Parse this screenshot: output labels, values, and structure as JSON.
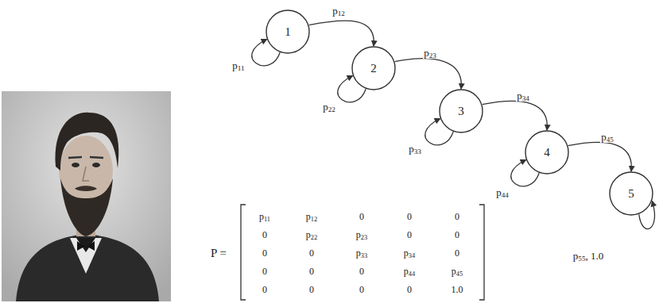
{
  "diagram": {
    "nodes": [
      {
        "text": [
          "1"
        ]
      },
      {
        "text": [
          "2"
        ]
      },
      {
        "text": [
          "3"
        ]
      },
      {
        "text": [
          "4"
        ]
      },
      {
        "text": [
          "5"
        ]
      }
    ],
    "edges": [
      {
        "from": 0,
        "to": 0,
        "arrow": "to",
        "label": "p11"
      },
      {
        "from": 0,
        "to": 1,
        "arrow": "to",
        "label": "p12"
      },
      {
        "from": 1,
        "to": 1,
        "arrow": "to",
        "label": "p22"
      },
      {
        "from": 1,
        "to": 2,
        "arrow": "to",
        "label": "p23"
      },
      {
        "from": 2,
        "to": 2,
        "arrow": "to",
        "label": "p33"
      },
      {
        "from": 2,
        "to": 3,
        "arrow": "to",
        "label": "p34"
      },
      {
        "from": 3,
        "to": 3,
        "arrow": "to",
        "label": "p44"
      },
      {
        "from": 3,
        "to": 4,
        "arrow": "to",
        "label": "p45"
      },
      {
        "from": 4,
        "to": 4,
        "arrow": "to",
        "label": "p55, 1.0"
      }
    ],
    "labels": [
      "P =",
      "p11",
      "p12",
      "0",
      "0",
      "0",
      "0",
      "p22",
      "p23",
      "0",
      "0",
      "0",
      "0",
      "p33",
      "p34",
      "0",
      "0",
      "0",
      "0",
      "p44",
      "p45",
      "0",
      "0",
      "0",
      "0",
      "1.0"
    ]
  }
}
